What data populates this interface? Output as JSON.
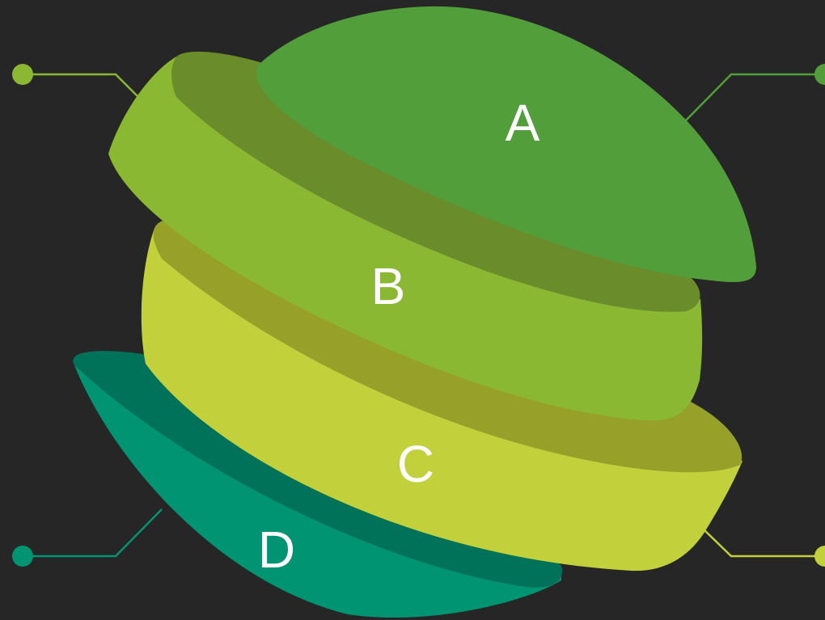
{
  "background": "#262626",
  "segments": [
    {
      "id": "a",
      "label": "A",
      "color": "#529e3a",
      "edge": "#6a8c2a",
      "connector": "top-right"
    },
    {
      "id": "b",
      "label": "B",
      "color": "#8ab833",
      "edge": "#97a12a",
      "connector": "top-left"
    },
    {
      "id": "c",
      "label": "C",
      "color": "#c1d03b",
      "edge": "#c1d03b",
      "connector": "bottom-right"
    },
    {
      "id": "d",
      "label": "D",
      "color": "#009473",
      "edge": "#00725a",
      "connector": "bottom-left"
    }
  ]
}
